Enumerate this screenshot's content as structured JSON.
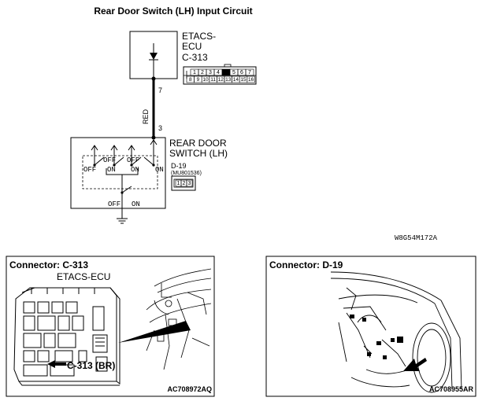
{
  "diagram": {
    "title": "Rear Door Switch (LH) Input Circuit",
    "figure_code": "W8G54M172A",
    "ecu": {
      "name_line1": "ETACS-",
      "name_line2": "ECU",
      "connector": "C-313",
      "pins_row1": [
        "1",
        "2",
        "3",
        "4",
        "",
        "5",
        "6",
        "7"
      ],
      "pins_row2": [
        "8",
        "9",
        "10",
        "11",
        "12",
        "13",
        "14",
        "15",
        "16"
      ]
    },
    "wire": {
      "color": "RED",
      "pin_top": "7",
      "pin_bottom": "3"
    },
    "switch": {
      "name_line1": "REAR DOOR",
      "name_line2": "SWITCH (LH)",
      "connector": "D-19",
      "part_number": "(MU801536)",
      "pins": [
        "1",
        "2",
        "3"
      ],
      "state_off": "OFF",
      "state_on": "ON"
    }
  },
  "panels": [
    {
      "title": "Connector: C-313",
      "subtitle": "ETACS-ECU",
      "callout": "C-313 (BR)",
      "code": "AC708972AQ"
    },
    {
      "title": "Connector: D-19",
      "code": "AC708955AR"
    }
  ]
}
